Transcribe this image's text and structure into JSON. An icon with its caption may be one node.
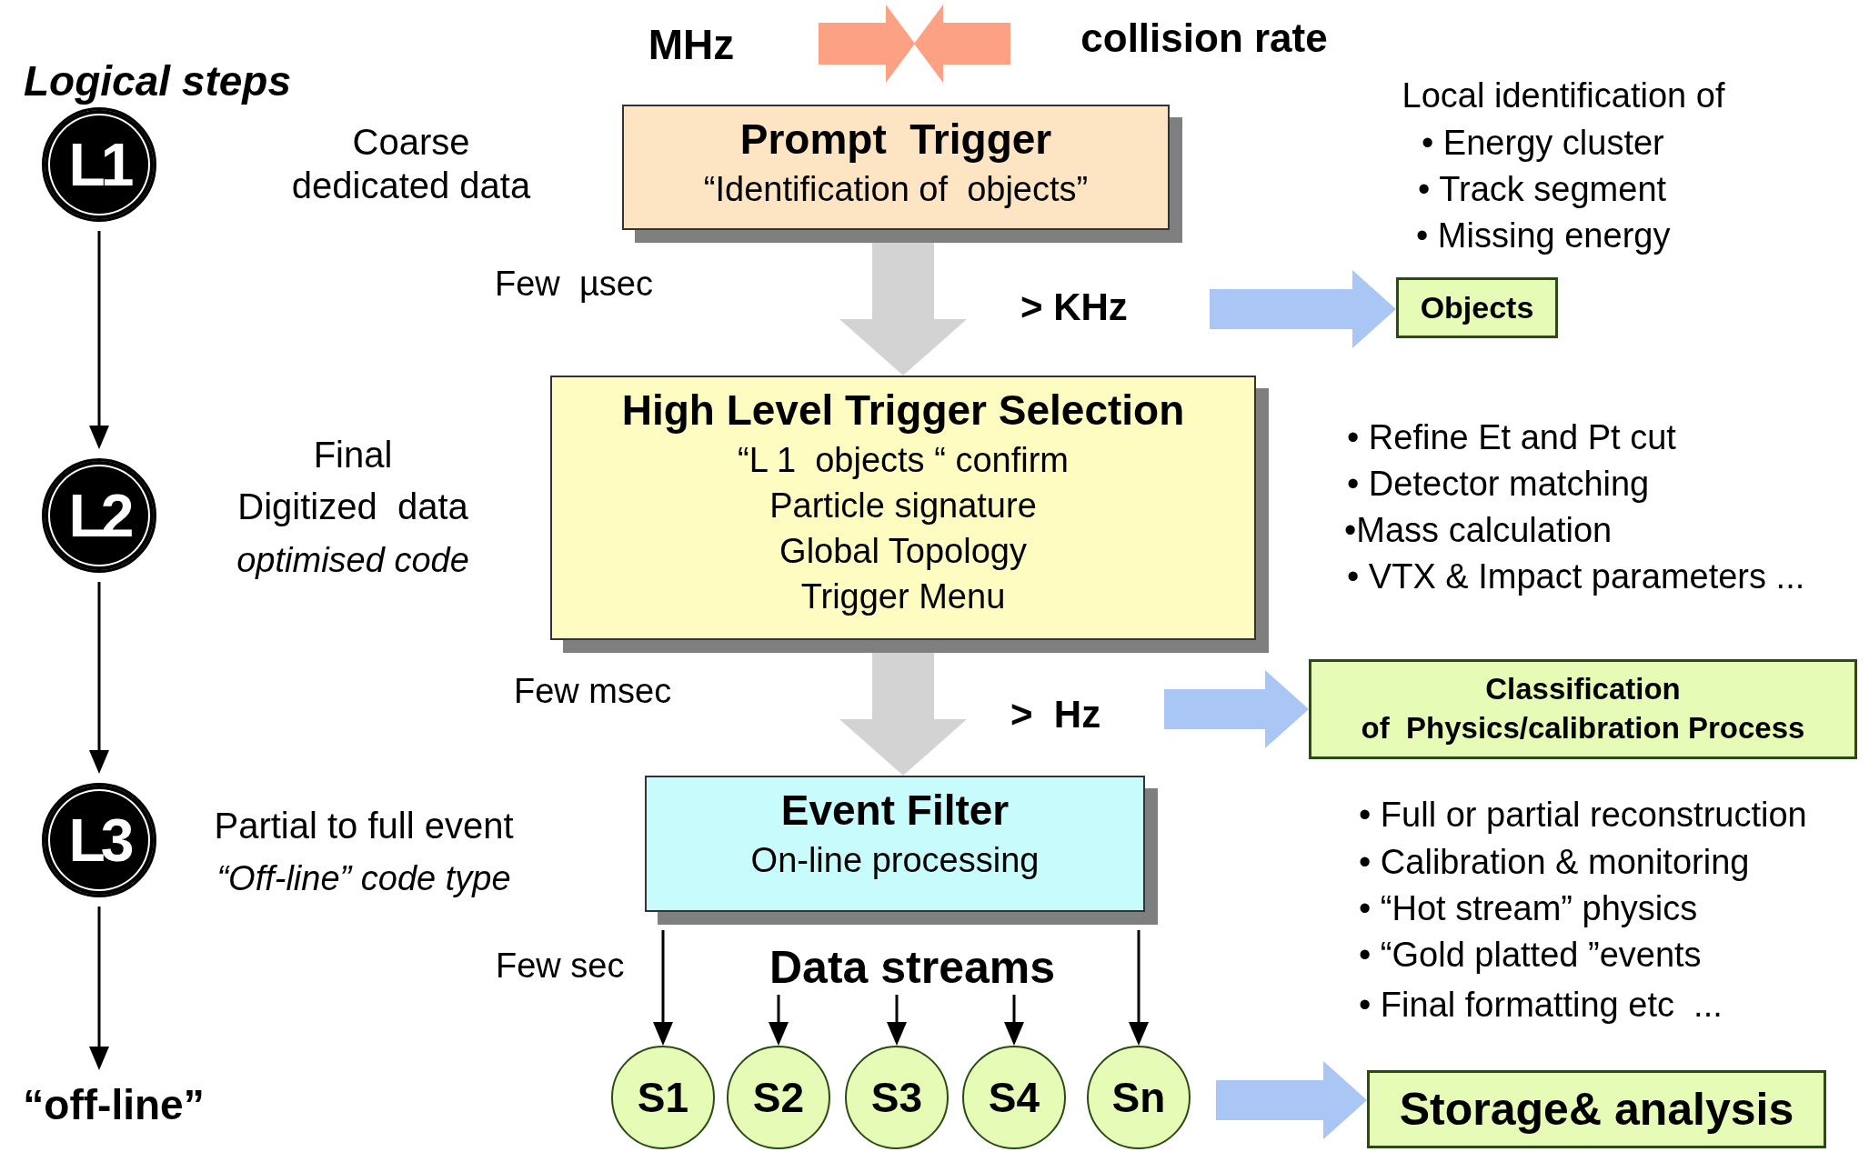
{
  "diagram": {
    "nodes": [
      {
        "text": [
          "L1"
        ],
        "beside": [
          "Coarse dedicated data"
        ]
      },
      {
        "text": [
          "L2"
        ],
        "beside": [
          "Final",
          "Digitized  data",
          "optimised code"
        ]
      },
      {
        "text": [
          "L3"
        ],
        "beside": [
          "Partial to full event",
          "“Off-line” code type"
        ]
      },
      {
        "text": [
          "“off-line”"
        ]
      },
      {
        "text": [
          "Prompt  Trigger",
          "“Identification of  objects”"
        ]
      },
      {
        "text": [
          "Objects"
        ]
      },
      {
        "text": [
          "High Level Trigger Selection",
          "“L 1  objects “ confirm",
          "Particle signature",
          "Global Topology",
          "Trigger Menu"
        ]
      },
      {
        "text": [
          "Classification",
          "of  Physics/calibration Process"
        ]
      },
      {
        "text": [
          "Event Filter",
          "On-line processing"
        ]
      },
      {
        "text": [
          "Data streams"
        ]
      },
      {
        "text": [
          "S1"
        ]
      },
      {
        "text": [
          "S2"
        ]
      },
      {
        "text": [
          "S3"
        ]
      },
      {
        "text": [
          "S4"
        ]
      },
      {
        "text": [
          "Sn"
        ]
      },
      {
        "text": [
          "Storage& analysis"
        ]
      }
    ],
    "edges": [
      {
        "from": 0,
        "to": 1,
        "arrow": "to"
      },
      {
        "from": 1,
        "to": 2,
        "arrow": "to"
      },
      {
        "from": 2,
        "to": 3,
        "arrow": "to"
      },
      {
        "from": 4,
        "to": 6,
        "arrow": "to",
        "style": "thick",
        "color": "#d3d3d3"
      },
      {
        "from": null,
        "to": 5,
        "arrow": "to",
        "style": "thick",
        "color": "#a9c6f5"
      },
      {
        "from": 6,
        "to": 8,
        "arrow": "to",
        "style": "thick",
        "color": "#d3d3d3"
      },
      {
        "from": null,
        "to": 7,
        "arrow": "to",
        "style": "thick",
        "color": "#a9c6f5"
      },
      {
        "from": 8,
        "to": 10,
        "arrow": "to"
      },
      {
        "from": 9,
        "to": 11,
        "arrow": "to"
      },
      {
        "from": 9,
        "to": 12,
        "arrow": "to"
      },
      {
        "from": 9,
        "to": 13,
        "arrow": "to"
      },
      {
        "from": 8,
        "to": 14,
        "arrow": "to"
      },
      {
        "from": null,
        "to": 15,
        "arrow": "to",
        "style": "thick",
        "color": "#a9c6f5"
      }
    ],
    "labels": [
      "MHz",
      "collision rate",
      "Logical steps",
      "Local identification of",
      "• Energy cluster",
      "• Track segment",
      "• Missing energy",
      "Few  µsec",
      "> KHz",
      "• Refine Et and Pt cut",
      "• Detector matching",
      "•Mass calculation",
      "• VTX & Impact parameters ...",
      "Few msec",
      ">  Hz",
      "• Full or partial reconstruction",
      "• Calibration & monitoring",
      "• “Hot stream” physics",
      "• “Gold platted ”events",
      "• Final formatting etc  ...",
      "Few sec"
    ]
  }
}
